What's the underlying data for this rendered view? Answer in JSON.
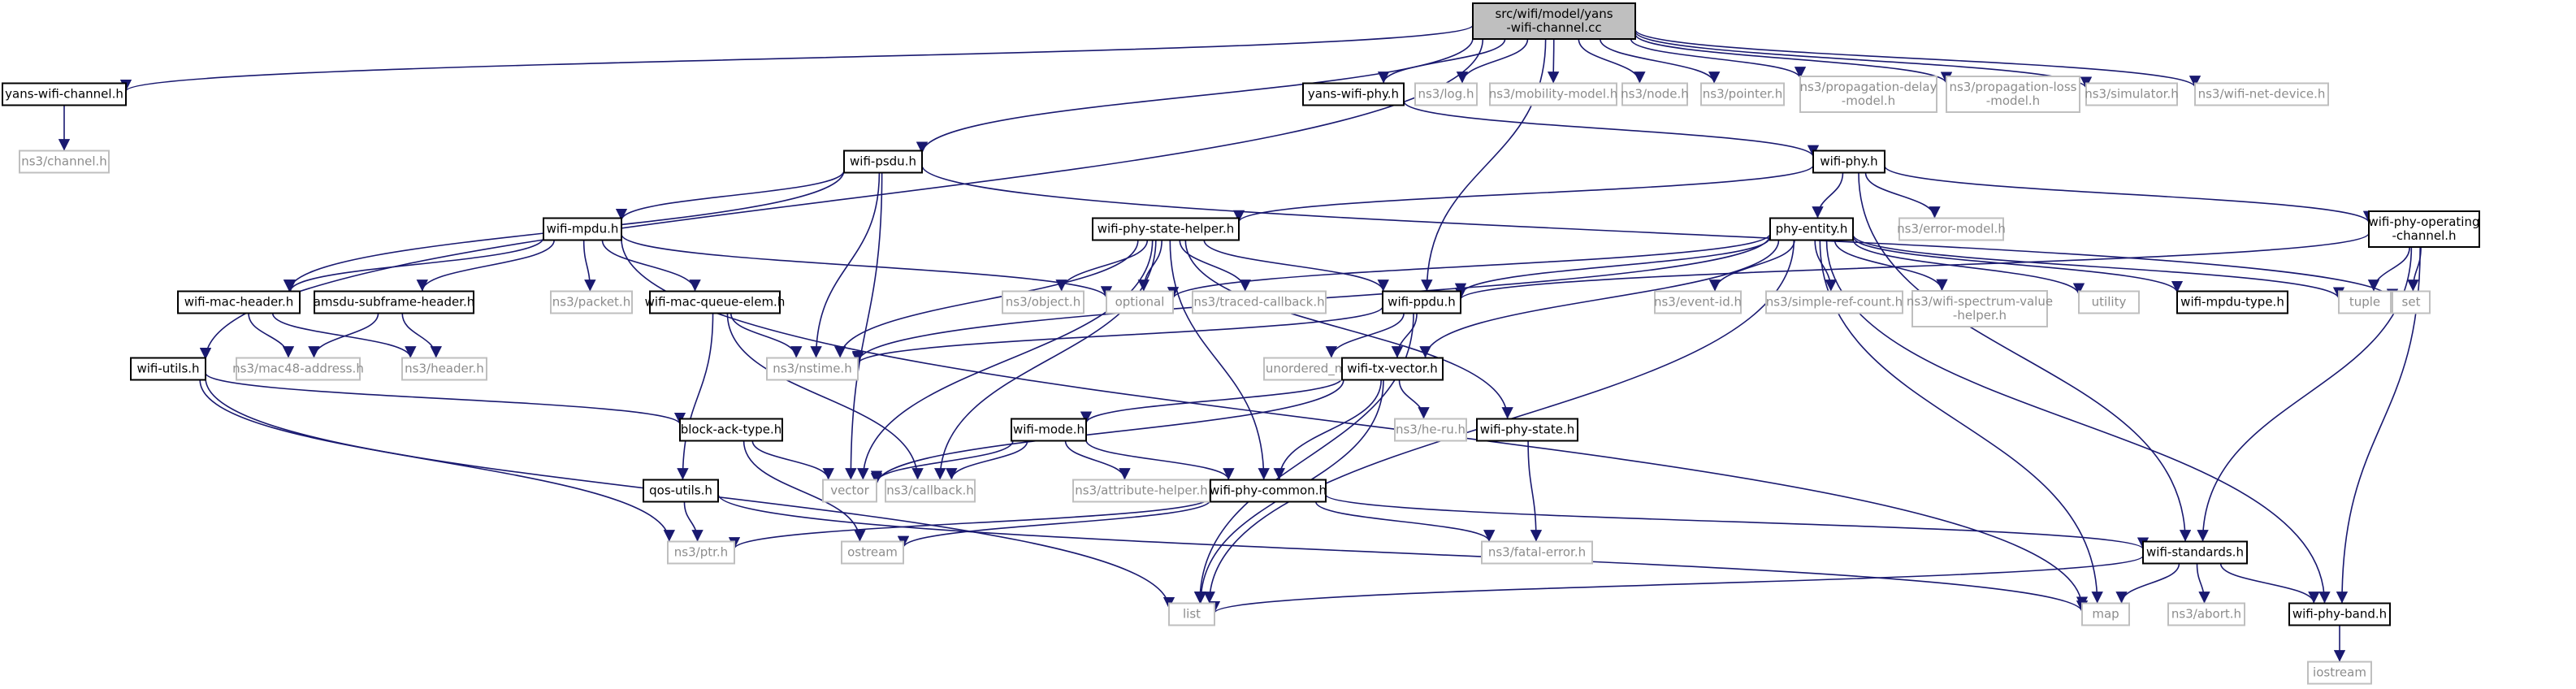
{
  "diagram": {
    "nodes": [
      {
        "id": "root",
        "lines": [
          "src/wifi/model/yans",
          "-wifi-channel.cc"
        ],
        "kind": "root"
      },
      {
        "id": "yans_wifi_channel",
        "lines": [
          "yans-wifi-channel.h"
        ],
        "kind": "doc"
      },
      {
        "id": "ns3_channel",
        "lines": [
          "ns3/channel.h"
        ],
        "kind": "ext"
      },
      {
        "id": "wifi_utils",
        "lines": [
          "wifi-utils.h"
        ],
        "kind": "doc"
      },
      {
        "id": "wifi_psdu",
        "lines": [
          "wifi-psdu.h"
        ],
        "kind": "doc"
      },
      {
        "id": "yans_wifi_phy",
        "lines": [
          "yans-wifi-phy.h"
        ],
        "kind": "doc"
      },
      {
        "id": "ns3_log",
        "lines": [
          "ns3/log.h"
        ],
        "kind": "ext"
      },
      {
        "id": "ns3_mobility_model",
        "lines": [
          "ns3/mobility-model.h"
        ],
        "kind": "ext"
      },
      {
        "id": "ns3_node",
        "lines": [
          "ns3/node.h"
        ],
        "kind": "ext"
      },
      {
        "id": "ns3_pointer",
        "lines": [
          "ns3/pointer.h"
        ],
        "kind": "ext"
      },
      {
        "id": "ns3_prop_delay",
        "lines": [
          "ns3/propagation-delay",
          "-model.h"
        ],
        "kind": "ext"
      },
      {
        "id": "ns3_prop_loss",
        "lines": [
          "ns3/propagation-loss",
          "-model.h"
        ],
        "kind": "ext"
      },
      {
        "id": "ns3_simulator",
        "lines": [
          "ns3/simulator.h"
        ],
        "kind": "ext"
      },
      {
        "id": "ns3_wifi_net_device",
        "lines": [
          "ns3/wifi-net-device.h"
        ],
        "kind": "ext"
      },
      {
        "id": "wifi_phy",
        "lines": [
          "wifi-phy.h"
        ],
        "kind": "doc"
      },
      {
        "id": "wifi_mpdu",
        "lines": [
          "wifi-mpdu.h"
        ],
        "kind": "doc"
      },
      {
        "id": "wifi_phy_state_helper",
        "lines": [
          "wifi-phy-state-helper.h"
        ],
        "kind": "doc"
      },
      {
        "id": "phy_entity",
        "lines": [
          "phy-entity.h"
        ],
        "kind": "doc"
      },
      {
        "id": "ns3_error_model",
        "lines": [
          "ns3/error-model.h"
        ],
        "kind": "ext"
      },
      {
        "id": "wifi_phy_operating_channel",
        "lines": [
          "wifi-phy-operating",
          "-channel.h"
        ],
        "kind": "doc"
      },
      {
        "id": "wifi_mac_header",
        "lines": [
          "wifi-mac-header.h"
        ],
        "kind": "doc"
      },
      {
        "id": "amsdu_subframe_header",
        "lines": [
          "amsdu-subframe-header.h"
        ],
        "kind": "doc"
      },
      {
        "id": "wifi_mac_queue_elem",
        "lines": [
          "wifi-mac-queue-elem.h"
        ],
        "kind": "doc"
      },
      {
        "id": "ns3_packet",
        "lines": [
          "ns3/packet.h"
        ],
        "kind": "ext"
      },
      {
        "id": "ns3_object",
        "lines": [
          "ns3/object.h"
        ],
        "kind": "ext"
      },
      {
        "id": "optional",
        "lines": [
          "optional"
        ],
        "kind": "ext"
      },
      {
        "id": "ns3_traced_callback",
        "lines": [
          "ns3/traced-callback.h"
        ],
        "kind": "ext"
      },
      {
        "id": "wifi_ppdu",
        "lines": [
          "wifi-ppdu.h"
        ],
        "kind": "doc"
      },
      {
        "id": "ns3_event_id",
        "lines": [
          "ns3/event-id.h"
        ],
        "kind": "ext"
      },
      {
        "id": "ns3_simple_ref_count",
        "lines": [
          "ns3/simple-ref-count.h"
        ],
        "kind": "ext"
      },
      {
        "id": "ns3_wifi_spectrum_value_helper",
        "lines": [
          "ns3/wifi-spectrum-value",
          "-helper.h"
        ],
        "kind": "ext"
      },
      {
        "id": "utility",
        "lines": [
          "utility"
        ],
        "kind": "ext"
      },
      {
        "id": "wifi_mpdu_type",
        "lines": [
          "wifi-mpdu-type.h"
        ],
        "kind": "doc"
      },
      {
        "id": "tuple",
        "lines": [
          "tuple"
        ],
        "kind": "ext"
      },
      {
        "id": "set",
        "lines": [
          "set"
        ],
        "kind": "ext"
      },
      {
        "id": "ns3_mac48_address",
        "lines": [
          "ns3/mac48-address.h"
        ],
        "kind": "ext"
      },
      {
        "id": "ns3_header",
        "lines": [
          "ns3/header.h"
        ],
        "kind": "ext"
      },
      {
        "id": "ns3_nstime",
        "lines": [
          "ns3/nstime.h"
        ],
        "kind": "ext"
      },
      {
        "id": "unordered_map",
        "lines": [
          "unordered_map"
        ],
        "kind": "ext"
      },
      {
        "id": "wifi_tx_vector",
        "lines": [
          "wifi-tx-vector.h"
        ],
        "kind": "doc"
      },
      {
        "id": "block_ack_type",
        "lines": [
          "block-ack-type.h"
        ],
        "kind": "doc"
      },
      {
        "id": "wifi_mode",
        "lines": [
          "wifi-mode.h"
        ],
        "kind": "doc"
      },
      {
        "id": "ns3_he_ru",
        "lines": [
          "ns3/he-ru.h"
        ],
        "kind": "ext"
      },
      {
        "id": "wifi_phy_state",
        "lines": [
          "wifi-phy-state.h"
        ],
        "kind": "doc"
      },
      {
        "id": "vector",
        "lines": [
          "vector"
        ],
        "kind": "ext"
      },
      {
        "id": "ns3_callback",
        "lines": [
          "ns3/callback.h"
        ],
        "kind": "ext"
      },
      {
        "id": "ns3_attribute_helper",
        "lines": [
          "ns3/attribute-helper.h"
        ],
        "kind": "ext"
      },
      {
        "id": "qos_utils",
        "lines": [
          "qos-utils.h"
        ],
        "kind": "doc"
      },
      {
        "id": "wifi_phy_common",
        "lines": [
          "wifi-phy-common.h"
        ],
        "kind": "doc"
      },
      {
        "id": "ns3_ptr",
        "lines": [
          "ns3/ptr.h"
        ],
        "kind": "ext"
      },
      {
        "id": "ostream",
        "lines": [
          "ostream"
        ],
        "kind": "ext"
      },
      {
        "id": "ns3_fatal_error",
        "lines": [
          "ns3/fatal-error.h"
        ],
        "kind": "ext"
      },
      {
        "id": "wifi_standards",
        "lines": [
          "wifi-standards.h"
        ],
        "kind": "doc"
      },
      {
        "id": "list",
        "lines": [
          "list"
        ],
        "kind": "ext"
      },
      {
        "id": "map",
        "lines": [
          "map"
        ],
        "kind": "ext"
      },
      {
        "id": "ns3_abort",
        "lines": [
          "ns3/abort.h"
        ],
        "kind": "ext"
      },
      {
        "id": "wifi_phy_band",
        "lines": [
          "wifi-phy-band.h"
        ],
        "kind": "doc"
      },
      {
        "id": "iostream",
        "lines": [
          "iostream"
        ],
        "kind": "ext"
      }
    ],
    "edges": [
      [
        "root",
        "yans_wifi_channel"
      ],
      [
        "root",
        "wifi_utils"
      ],
      [
        "root",
        "wifi_psdu"
      ],
      [
        "root",
        "wifi_ppdu"
      ],
      [
        "root",
        "yans_wifi_phy"
      ],
      [
        "root",
        "ns3_log"
      ],
      [
        "root",
        "ns3_mobility_model"
      ],
      [
        "root",
        "ns3_node"
      ],
      [
        "root",
        "ns3_pointer"
      ],
      [
        "root",
        "ns3_prop_delay"
      ],
      [
        "root",
        "ns3_prop_loss"
      ],
      [
        "root",
        "ns3_simulator"
      ],
      [
        "root",
        "ns3_wifi_net_device"
      ],
      [
        "yans_wifi_channel",
        "ns3_channel"
      ],
      [
        "yans_wifi_phy",
        "wifi_phy"
      ],
      [
        "wifi_psdu",
        "wifi_mpdu"
      ],
      [
        "wifi_psdu",
        "wifi_mac_header"
      ],
      [
        "wifi_psdu",
        "vector"
      ],
      [
        "wifi_psdu",
        "ns3_nstime"
      ],
      [
        "wifi_psdu",
        "set"
      ],
      [
        "wifi_phy",
        "wifi_phy_state_helper"
      ],
      [
        "wifi_phy",
        "phy_entity"
      ],
      [
        "wifi_phy",
        "ns3_error_model"
      ],
      [
        "wifi_phy",
        "wifi_phy_operating_channel"
      ],
      [
        "wifi_phy",
        "wifi_standards"
      ],
      [
        "wifi_mpdu",
        "wifi_mac_header"
      ],
      [
        "wifi_mpdu",
        "amsdu_subframe_header"
      ],
      [
        "wifi_mpdu",
        "wifi_mac_queue_elem"
      ],
      [
        "wifi_mpdu",
        "ns3_packet"
      ],
      [
        "wifi_mpdu",
        "optional"
      ],
      [
        "wifi_mpdu",
        "map"
      ],
      [
        "wifi_phy_state_helper",
        "ns3_object"
      ],
      [
        "wifi_phy_state_helper",
        "optional"
      ],
      [
        "wifi_phy_state_helper",
        "ns3_traced_callback"
      ],
      [
        "wifi_phy_state_helper",
        "wifi_ppdu"
      ],
      [
        "wifi_phy_state_helper",
        "wifi_phy_state"
      ],
      [
        "wifi_phy_state_helper",
        "vector"
      ],
      [
        "wifi_phy_state_helper",
        "ns3_callback"
      ],
      [
        "wifi_phy_state_helper",
        "ns3_nstime"
      ],
      [
        "wifi_phy_state_helper",
        "wifi_phy_common"
      ],
      [
        "phy_entity",
        "optional"
      ],
      [
        "phy_entity",
        "wifi_ppdu"
      ],
      [
        "phy_entity",
        "ns3_event_id"
      ],
      [
        "phy_entity",
        "ns3_simple_ref_count"
      ],
      [
        "phy_entity",
        "ns3_wifi_spectrum_value_helper"
      ],
      [
        "phy_entity",
        "utility"
      ],
      [
        "phy_entity",
        "wifi_mpdu_type"
      ],
      [
        "phy_entity",
        "tuple"
      ],
      [
        "phy_entity",
        "wifi_tx_vector"
      ],
      [
        "phy_entity",
        "ns3_nstime"
      ],
      [
        "phy_entity",
        "list"
      ],
      [
        "phy_entity",
        "map"
      ],
      [
        "phy_entity",
        "wifi_phy_band"
      ],
      [
        "wifi_phy_operating_channel",
        "tuple"
      ],
      [
        "wifi_phy_operating_channel",
        "set"
      ],
      [
        "wifi_phy_operating_channel",
        "wifi_ppdu"
      ],
      [
        "wifi_phy_operating_channel",
        "wifi_standards"
      ],
      [
        "wifi_phy_operating_channel",
        "wifi_phy_band"
      ],
      [
        "wifi_mac_header",
        "ns3_mac48_address"
      ],
      [
        "wifi_mac_header",
        "ns3_header"
      ],
      [
        "amsdu_subframe_header",
        "ns3_mac48_address"
      ],
      [
        "amsdu_subframe_header",
        "ns3_header"
      ],
      [
        "wifi_mac_queue_elem",
        "ns3_nstime"
      ],
      [
        "wifi_mac_queue_elem",
        "qos_utils"
      ],
      [
        "wifi_mac_queue_elem",
        "ns3_callback"
      ],
      [
        "wifi_ppdu",
        "ns3_nstime"
      ],
      [
        "wifi_ppdu",
        "unordered_map"
      ],
      [
        "wifi_ppdu",
        "wifi_tx_vector"
      ],
      [
        "wifi_ppdu",
        "list"
      ],
      [
        "wifi_tx_vector",
        "wifi_mode"
      ],
      [
        "wifi_tx_vector",
        "ns3_he_ru"
      ],
      [
        "wifi_tx_vector",
        "vector"
      ],
      [
        "wifi_tx_vector",
        "wifi_phy_common"
      ],
      [
        "wifi_tx_vector",
        "list"
      ],
      [
        "wifi_utils",
        "block_ack_type"
      ],
      [
        "wifi_utils",
        "ns3_ptr"
      ],
      [
        "wifi_utils",
        "list"
      ],
      [
        "block_ack_type",
        "vector"
      ],
      [
        "block_ack_type",
        "ostream"
      ],
      [
        "wifi_mode",
        "vector"
      ],
      [
        "wifi_mode",
        "ns3_callback"
      ],
      [
        "wifi_mode",
        "ns3_attribute_helper"
      ],
      [
        "wifi_mode",
        "wifi_phy_common"
      ],
      [
        "wifi_phy_state",
        "ns3_fatal_error"
      ],
      [
        "qos_utils",
        "ns3_ptr"
      ],
      [
        "qos_utils",
        "map"
      ],
      [
        "wifi_phy_common",
        "ns3_ptr"
      ],
      [
        "wifi_phy_common",
        "ostream"
      ],
      [
        "wifi_phy_common",
        "ns3_fatal_error"
      ],
      [
        "wifi_phy_common",
        "wifi_standards"
      ],
      [
        "wifi_standards",
        "list"
      ],
      [
        "wifi_standards",
        "map"
      ],
      [
        "wifi_standards",
        "ns3_abort"
      ],
      [
        "wifi_standards",
        "wifi_phy_band"
      ],
      [
        "wifi_phy_band",
        "iostream"
      ]
    ]
  }
}
